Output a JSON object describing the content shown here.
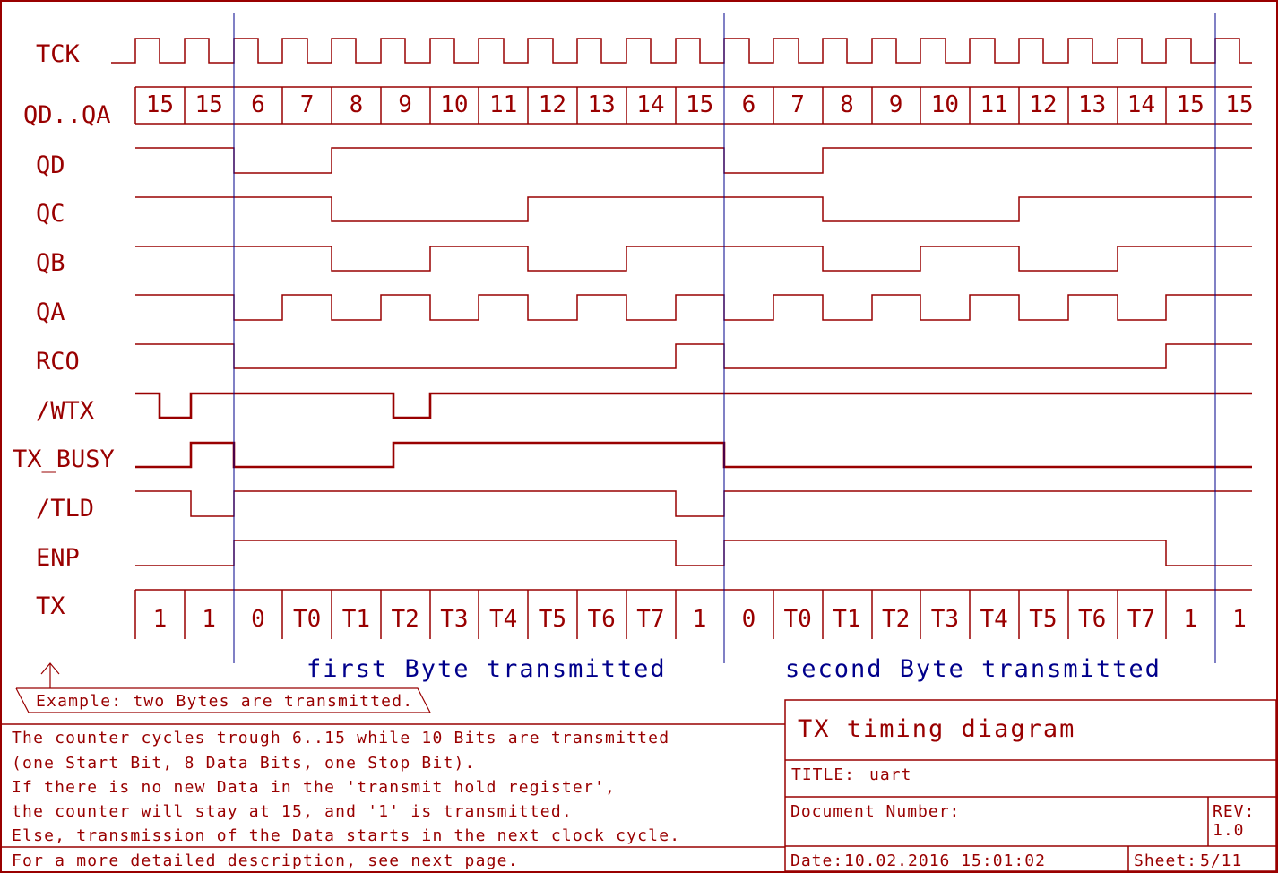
{
  "signals": [
    "TCK",
    "QD..QA",
    "QD",
    "QC",
    "QB",
    "QA",
    "RCO",
    "/WTX",
    "TX_BUSY",
    "/TLD",
    "ENP",
    "TX"
  ],
  "counter_values": [
    "15",
    "15",
    "6",
    "7",
    "8",
    "9",
    "10",
    "11",
    "12",
    "13",
    "14",
    "15",
    "6",
    "7",
    "8",
    "9",
    "10",
    "11",
    "12",
    "13",
    "14",
    "15",
    "15"
  ],
  "tx_values": [
    "1",
    "1",
    "0",
    "T0",
    "T1",
    "T2",
    "T3",
    "T4",
    "T5",
    "T6",
    "T7",
    "1",
    "0",
    "T0",
    "T1",
    "T2",
    "T3",
    "T4",
    "T5",
    "T6",
    "T7",
    "1",
    "1"
  ],
  "captions": {
    "first": "first Byte transmitted",
    "second": "second Byte transmitted"
  },
  "example_note": "Example: two Bytes are transmitted.",
  "description": [
    "The counter cycles trough 6..15 while 10 Bits are transmitted",
    "(one Start Bit, 8 Data Bits, one Stop Bit).",
    "If there is no new Data in the 'transmit hold register',",
    "the counter will stay at 15, and '1' is transmitted.",
    "Else, transmission of the Data starts in the next clock cycle.",
    "For a more detailed description, see next page."
  ],
  "title_block": {
    "heading": "TX timing diagram",
    "title_label": "TITLE:",
    "title_value": "uart",
    "doc_number_label": "Document Number:",
    "rev_label": "REV:",
    "rev_value": "1.0",
    "date_label": "Date:",
    "date_value": "10.02.2016 15:01:02",
    "sheet_label": "Sheet:",
    "sheet_value": "5/11"
  },
  "colors": {
    "trace": "#990000",
    "marker": "#00008b"
  }
}
